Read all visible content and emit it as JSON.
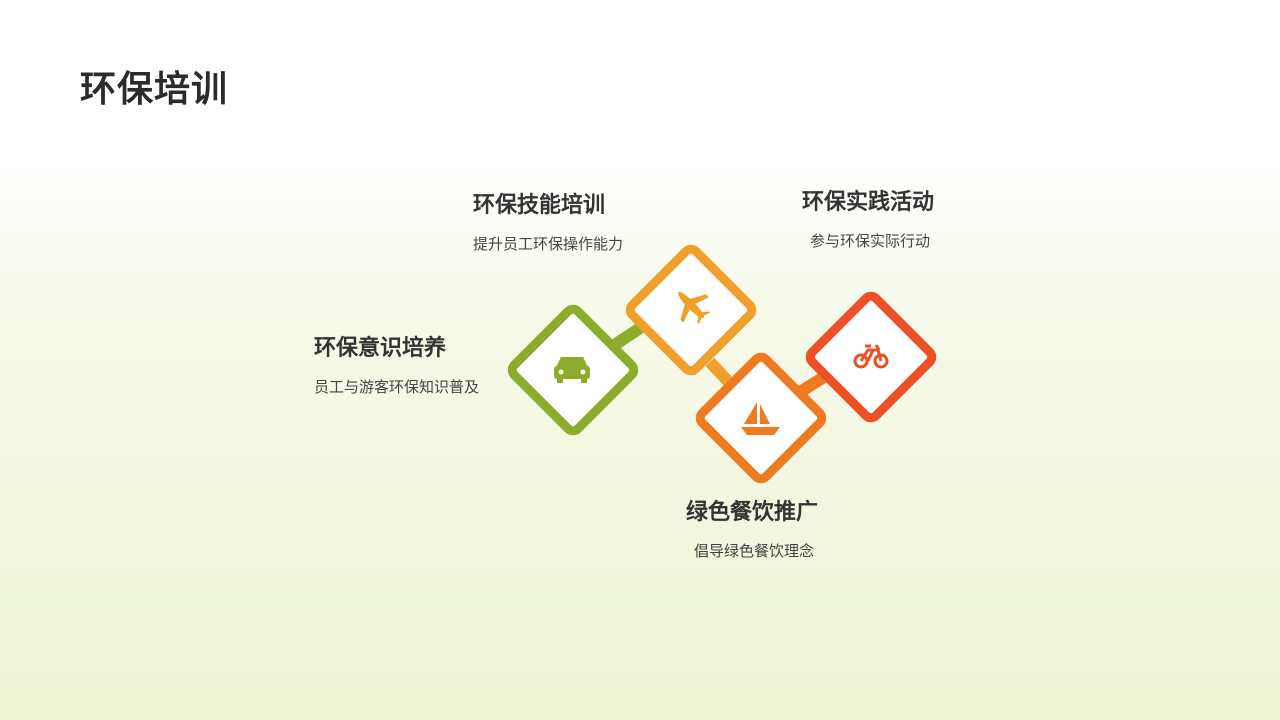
{
  "page": {
    "title": "环保培训"
  },
  "items": [
    {
      "title": "环保意识培养",
      "desc": "员工与游客环保知识普及",
      "icon": "car-icon",
      "color": "#8cac2b"
    },
    {
      "title": "环保技能培训",
      "desc": "提升员工环保操作能力",
      "icon": "airplane-icon",
      "color": "#f0a02a"
    },
    {
      "title": "绿色餐饮推广",
      "desc": "倡导绿色餐饮理念",
      "icon": "sailboat-icon",
      "color": "#f07a1f"
    },
    {
      "title": "环保实践活动",
      "desc": "参与环保实际行动",
      "icon": "bicycle-icon",
      "color": "#ee4f24"
    }
  ]
}
